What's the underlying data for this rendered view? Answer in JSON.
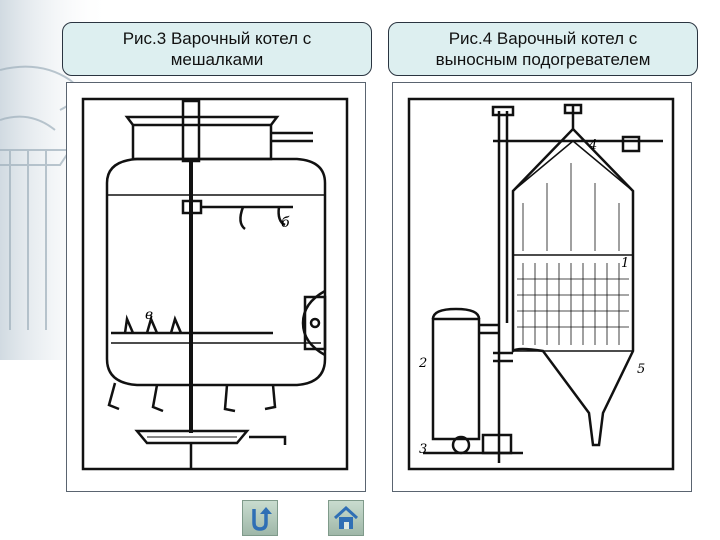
{
  "captions": {
    "left": "Рис.3 Варочный котел с\nмешалками",
    "right": "Рис.4 Варочный котел с\nвыносным подогревателем"
  },
  "figure_left": {
    "labels": {
      "a": "б",
      "b": "в"
    }
  },
  "figure_right": {
    "labels": {
      "one": "1",
      "two": "2",
      "three": "3",
      "four": "4",
      "five": "5"
    }
  },
  "colors": {
    "caption_bg": "#ddeff0",
    "nav_btn": "#b4cbbc",
    "nav_icon": "#2f6fb5"
  },
  "icons": {
    "return": "u-turn-arrow-icon",
    "home": "house-icon"
  }
}
